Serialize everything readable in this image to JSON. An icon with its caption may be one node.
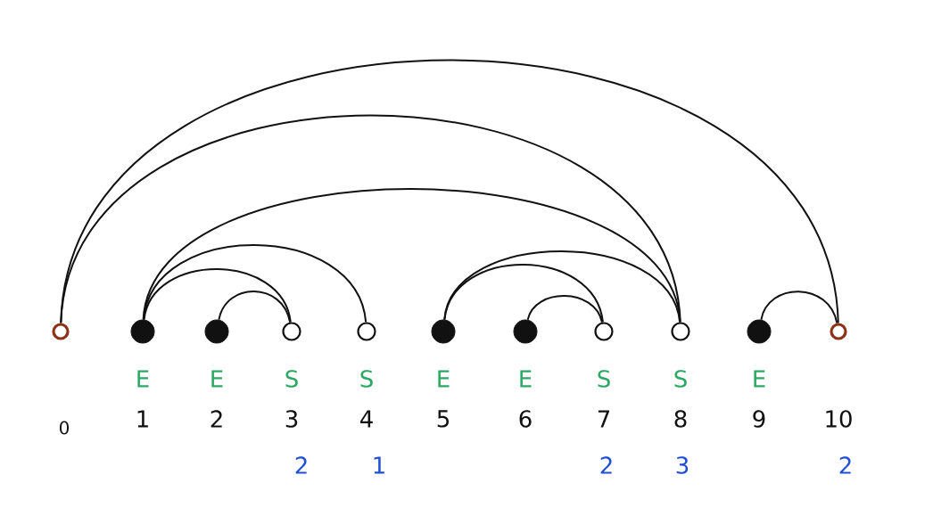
{
  "diagram": {
    "nodes": [
      {
        "text": [],
        "shape": "circle"
      },
      {
        "text": [],
        "shape": "circle"
      },
      {
        "text": [],
        "shape": "circle"
      },
      {
        "text": [],
        "shape": "circle"
      },
      {
        "text": [],
        "shape": "circle"
      },
      {
        "text": [],
        "shape": "circle"
      },
      {
        "text": [],
        "shape": "circle"
      },
      {
        "text": [],
        "shape": "circle"
      },
      {
        "text": [],
        "shape": "circle"
      },
      {
        "text": [],
        "shape": "circle"
      },
      {
        "text": [],
        "shape": "circle"
      }
    ],
    "edges": [
      {
        "from": 0,
        "to": 10,
        "arrow": "none"
      },
      {
        "from": 0,
        "to": 8,
        "arrow": "none"
      },
      {
        "from": 1,
        "to": 8,
        "arrow": "none"
      },
      {
        "from": 1,
        "to": 4,
        "arrow": "none"
      },
      {
        "from": 1,
        "to": 3,
        "arrow": "none"
      },
      {
        "from": 2,
        "to": 3,
        "arrow": "none"
      },
      {
        "from": 5,
        "to": 8,
        "arrow": "none"
      },
      {
        "from": 5,
        "to": 7,
        "arrow": "none"
      },
      {
        "from": 6,
        "to": 7,
        "arrow": "none"
      },
      {
        "from": 9,
        "to": 10,
        "arrow": "none"
      }
    ],
    "labels": [
      "E",
      "E",
      "S",
      "S",
      "E",
      "E",
      "S",
      "S",
      "E",
      "0",
      "1",
      "2",
      "3",
      "4",
      "5",
      "6",
      "7",
      "8",
      "9",
      "10",
      "2",
      "1",
      "2",
      "3",
      "2"
    ]
  }
}
